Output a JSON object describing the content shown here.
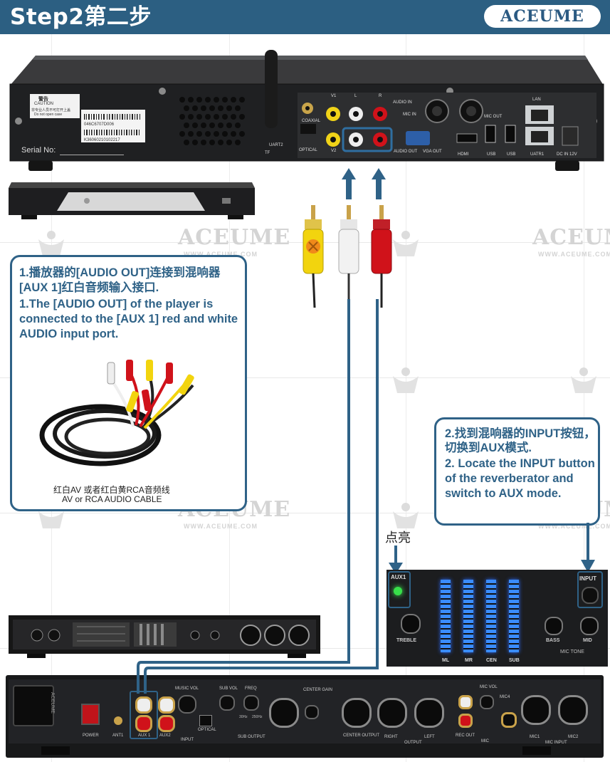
{
  "header": {
    "title": "Step2第二步",
    "brand": "ACEUME"
  },
  "watermark": {
    "brand": "ACEUME",
    "url": "WWW.ACEUME.COM"
  },
  "player": {
    "warning_title": "警告",
    "warning_caution": "CAUTION",
    "warning_cn": "非专业人员不可打开上盖",
    "warning_en": "Do not open case",
    "serial_label": "Serial No:",
    "barcode_1": "046C6707D006",
    "barcode_2": "K36060210102217",
    "labels": {
      "audio_in": "AUDIO IN",
      "coaxial": "COAXIAL",
      "optical": "OPTICAL",
      "uart2": "UART2",
      "tf": "TF",
      "v1": "V1",
      "v2": "V2",
      "l": "L",
      "r": "R",
      "audio_out": "AUDIO OUT",
      "vga_out": "VGA OUT",
      "mic_in": "MIC IN",
      "mic_out": "MIC OUT",
      "hdmi": "HDMI",
      "usb1": "USB",
      "usb2": "USB",
      "lan": "LAN",
      "uatr1": "UATR1",
      "dc": "DC IN 12V"
    }
  },
  "instruction1": {
    "cn": "1.播放器的[AUDIO OUT]连接到混响器[AUX 1]红白音频输入接口.",
    "en": "1.The [AUDIO OUT] of the player is connected to the [AUX 1] red and white AUDIO input port.",
    "cable_caption_cn": "红白AV 或者红白黄RCA音频线",
    "cable_caption_en": "AV or RCA AUDIO CABLE"
  },
  "instruction2": {
    "cn": "2.找到混响器的INPUT按钮，切换到AUX模式.",
    "en": "2. Locate the INPUT button of the reverberator and switch to AUX mode."
  },
  "lit_label": "点亮",
  "panel": {
    "aux1": "AUX1",
    "input": "INPUT",
    "treble": "TREBLE",
    "bass": "BASS",
    "mid": "MID",
    "mic_tone": "MIC TONE",
    "meters": [
      "ML",
      "MR",
      "CEN",
      "SUB"
    ]
  },
  "mixer_back": {
    "brand": "ACEUME",
    "labels": {
      "ant1": "ANT1",
      "aux1": "AUX 1",
      "aux2": "AUX2",
      "power": "POWER",
      "music_vol": "MUSIC VOL",
      "input": "INPUT",
      "optical": "OPTICAL",
      "sub_vol": "SUB VOL",
      "freq": "FREQ",
      "sub_output": "SUB OUTPUT",
      "freq_low": "30Hz",
      "freq_high": "250Hz",
      "center_gain": "CENTER GAIN",
      "center_output": "CENTER OUTPUT",
      "right": "RIGHT",
      "left": "LEFT",
      "output": "OUTPUT",
      "rec_out": "REC OUT",
      "mic": "MIC",
      "mic_vol": "MIC VOL",
      "mic4": "MIC4",
      "mic1": "MIC1",
      "mic2": "MIC2",
      "mic_input": "MIC INPUT"
    }
  },
  "colors": {
    "header_bg": "#2c5f82",
    "accent_blue": "#2f6287",
    "rca_red": "#d0121a",
    "rca_white": "#f2f2f2",
    "rca_yellow": "#f2d40e",
    "led_green": "#38e04a",
    "meter_blue": "#3a8cff"
  }
}
